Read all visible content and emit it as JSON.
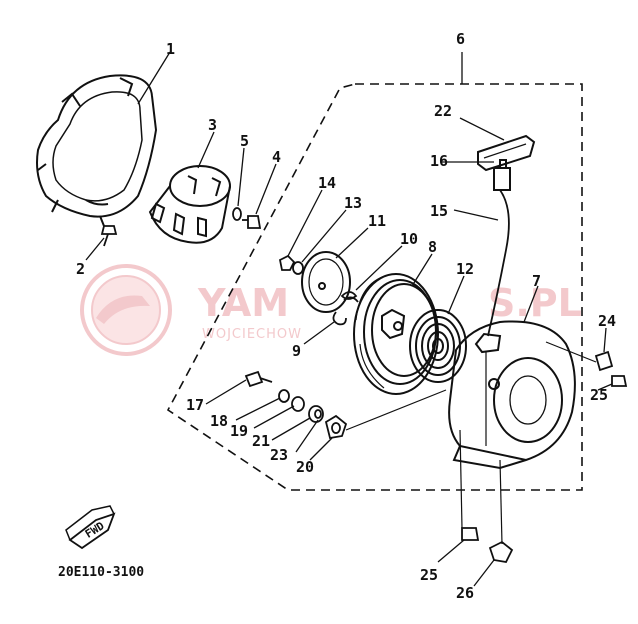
{
  "diagram": {
    "part_code": "20E110-3100",
    "fwd_label": "FWD",
    "watermark": {
      "brand": "YAM",
      "brand_tail": "S.PL",
      "line2": "WOJCIECHOW"
    },
    "callouts": [
      {
        "id": "1",
        "text": "1"
      },
      {
        "id": "2",
        "text": "2"
      },
      {
        "id": "3",
        "text": "3"
      },
      {
        "id": "4",
        "text": "4"
      },
      {
        "id": "5",
        "text": "5"
      },
      {
        "id": "6",
        "text": "6"
      },
      {
        "id": "7",
        "text": "7"
      },
      {
        "id": "8",
        "text": "8"
      },
      {
        "id": "9",
        "text": "9"
      },
      {
        "id": "10",
        "text": "10"
      },
      {
        "id": "11",
        "text": "11"
      },
      {
        "id": "12",
        "text": "12"
      },
      {
        "id": "13",
        "text": "13"
      },
      {
        "id": "14",
        "text": "14"
      },
      {
        "id": "15",
        "text": "15"
      },
      {
        "id": "16",
        "text": "16"
      },
      {
        "id": "17",
        "text": "17"
      },
      {
        "id": "18",
        "text": "18"
      },
      {
        "id": "19",
        "text": "19"
      },
      {
        "id": "20",
        "text": "20"
      },
      {
        "id": "21",
        "text": "21"
      },
      {
        "id": "22",
        "text": "22"
      },
      {
        "id": "23",
        "text": "23"
      },
      {
        "id": "24",
        "text": "24"
      },
      {
        "id": "25a",
        "text": "25"
      },
      {
        "id": "25b",
        "text": "25"
      },
      {
        "id": "26",
        "text": "26"
      }
    ]
  }
}
